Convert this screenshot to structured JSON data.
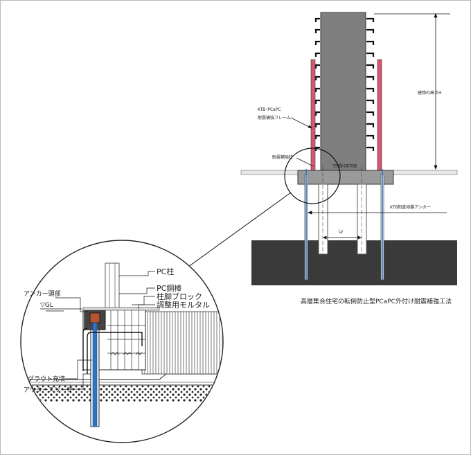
{
  "labels": {
    "building_height": "建物の高さH",
    "frame_name_1": "KTB･PCaPC",
    "frame_name_2": "耐震補強フレーム",
    "seismic_column": "耐震補強柱",
    "space_usable": "空間利用可能",
    "anchor": "KTB鉛直地盤アンカー",
    "span": "Ly",
    "caption": "高層集合住宅の転倒防止型PCaPC外付け耐震補強工法",
    "pc_column": "PC柱",
    "pc_bar": "PC鋼棒",
    "pedestal_block": "柱脚ブロック",
    "adjust_mortar": "調整用モルタル",
    "anchor_head": "アンカー頭部",
    "gl": "▽GL",
    "grout": "グラウト充填",
    "outer_sleeve": "アウタースリーブ"
  },
  "colors": {
    "frame_pink": "#d9576e",
    "anchor_blue": "#2f73c4",
    "building_gray": "#7f7f7f",
    "ground_dark": "#3a3a3a",
    "footing_gray": "#9a9a9a"
  }
}
